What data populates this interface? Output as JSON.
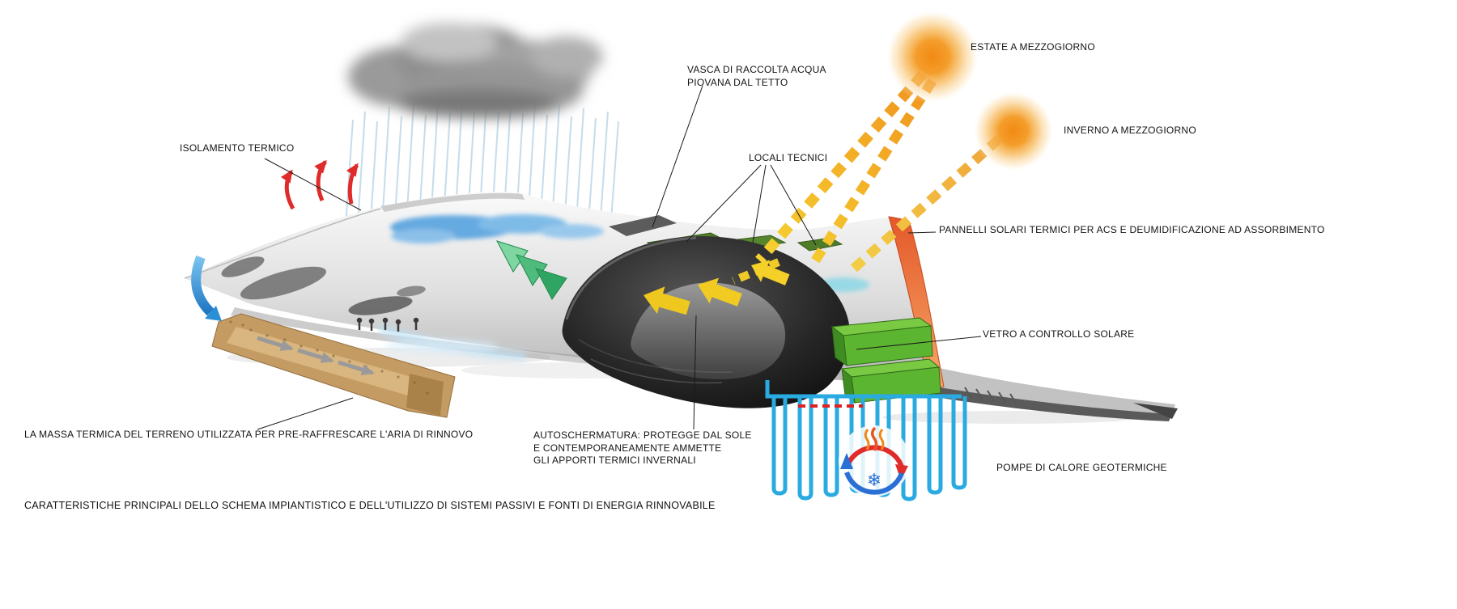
{
  "diagram": {
    "caption": "CARATTERISTICHE PRINCIPALI DELLO SCHEMA IMPIANTISTICO E DELL'UTILIZZO DI SISTEMI PASSIVI E FONTI DI ENERGIA RINNOVABILE",
    "annotations": {
      "isolamento_termico": "ISOLAMENTO TERMICO",
      "vasca_raccolta": "VASCA DI RACCOLTA ACQUA\nPIOVANA DAL TETTO",
      "locali_tecnici": "LOCALI TECNICI",
      "estate_mezzogiorno": "ESTATE A MEZZOGIORNO",
      "inverno_mezzogiorno": "INVERNO A MEZZOGIORNO",
      "pannelli_solari": "PANNELLI SOLARI TERMICI PER ACS E DEUMIDIFICAZIONE AD ASSORBIMENTO",
      "vetro_controllo_solare": "VETRO A CONTROLLO SOLARE",
      "massa_termica": "LA MASSA TERMICA DEL TERRENO UTILIZZATA PER PRE-RAFFRESCARE L'ARIA DI RINNOVO",
      "autoschermatura": "AUTOSCHERMATURA: PROTEGGE DAL SOLE\nE CONTEMPORANEAMENTE AMMETTE\nGLI APPORTI TERMICI INVERNALI",
      "pompe_geotermiche": "POMPE DI CALORE GEOTERMICHE"
    },
    "icons": {
      "summer_sun": "sun-icon",
      "winter_sun": "sun-icon",
      "cloud": "rain-cloud-icon",
      "flame": "flame-icon",
      "snowflake": "snowflake-icon",
      "snowflake_glyph": "❄"
    },
    "colors": {
      "sun_orange": "#f49d2b",
      "ray_yellow": "#f6d231",
      "heat_red": "#e02b2b",
      "water_blue": "#29abe2",
      "cool_blue": "#2a6fd4",
      "vegetation_green": "#5cb531",
      "solar_strip_orange": "#ef7145",
      "earth_tan": "#c49b63",
      "building_gray": "#d8d8d8"
    }
  }
}
